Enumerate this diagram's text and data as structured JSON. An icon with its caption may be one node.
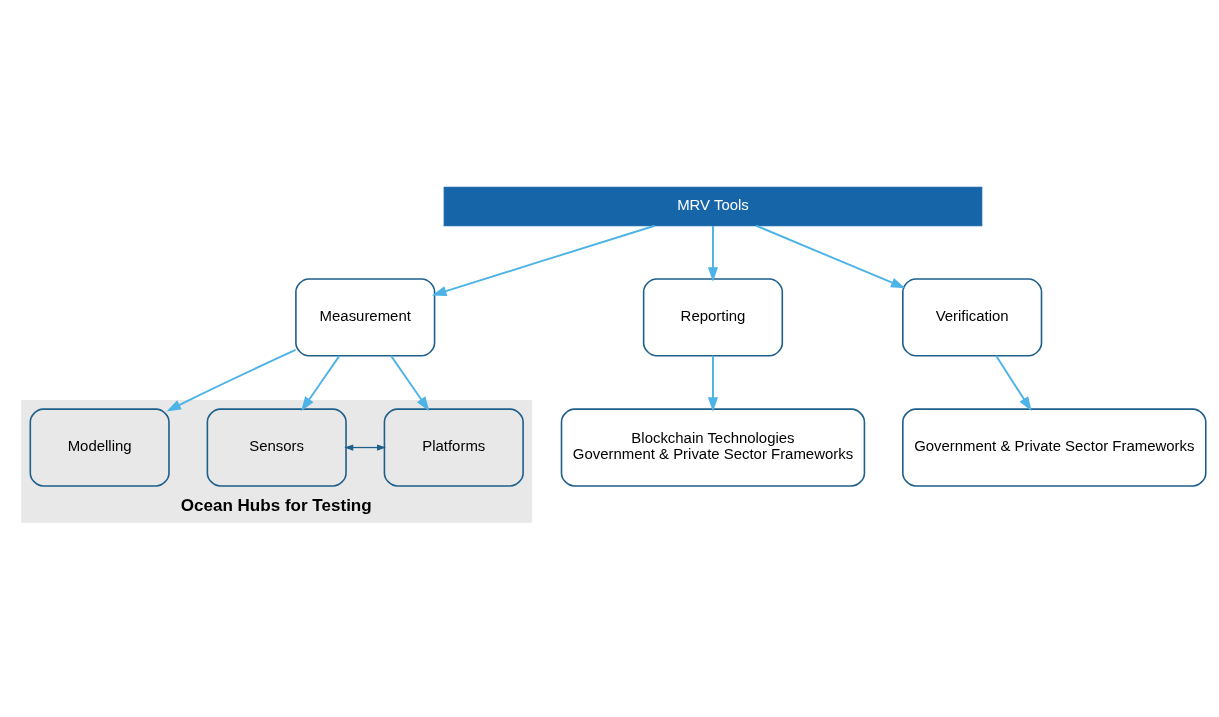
{
  "diagram": {
    "nodes": [
      {
        "text": [
          "MRV Tools"
        ]
      },
      {
        "text": [
          "Measurement"
        ]
      },
      {
        "text": [
          "Reporting"
        ]
      },
      {
        "text": [
          "Verification"
        ]
      },
      {
        "text": [
          "Blockchain Technologies",
          "Government & Private Sector Frameworks"
        ]
      },
      {
        "text": [
          "Government & Private Sector Frameworks"
        ]
      },
      {
        "text": [
          "Ocean Hubs for Testing"
        ]
      },
      {
        "text": [
          "Platforms"
        ],
        "in": 6
      },
      {
        "text": [
          "Sensors"
        ],
        "in": 6
      },
      {
        "text": [
          "Modelling"
        ],
        "in": 6
      }
    ],
    "edges": [
      {
        "from": 0,
        "to": 1,
        "arrow": "to"
      },
      {
        "from": 0,
        "to": 2,
        "arrow": "to"
      },
      {
        "from": 0,
        "to": 3,
        "arrow": "to"
      },
      {
        "from": 2,
        "to": 4,
        "arrow": "to"
      },
      {
        "from": 3,
        "to": 5,
        "arrow": "to"
      },
      {
        "from": 1,
        "to": 7,
        "arrow": "to"
      },
      {
        "from": 1,
        "to": 8,
        "arrow": "to"
      },
      {
        "from": 1,
        "to": 9,
        "arrow": "to"
      },
      {
        "from": 7,
        "to": 8,
        "arrow": "both",
        "color": "#1f5f8b"
      }
    ]
  }
}
